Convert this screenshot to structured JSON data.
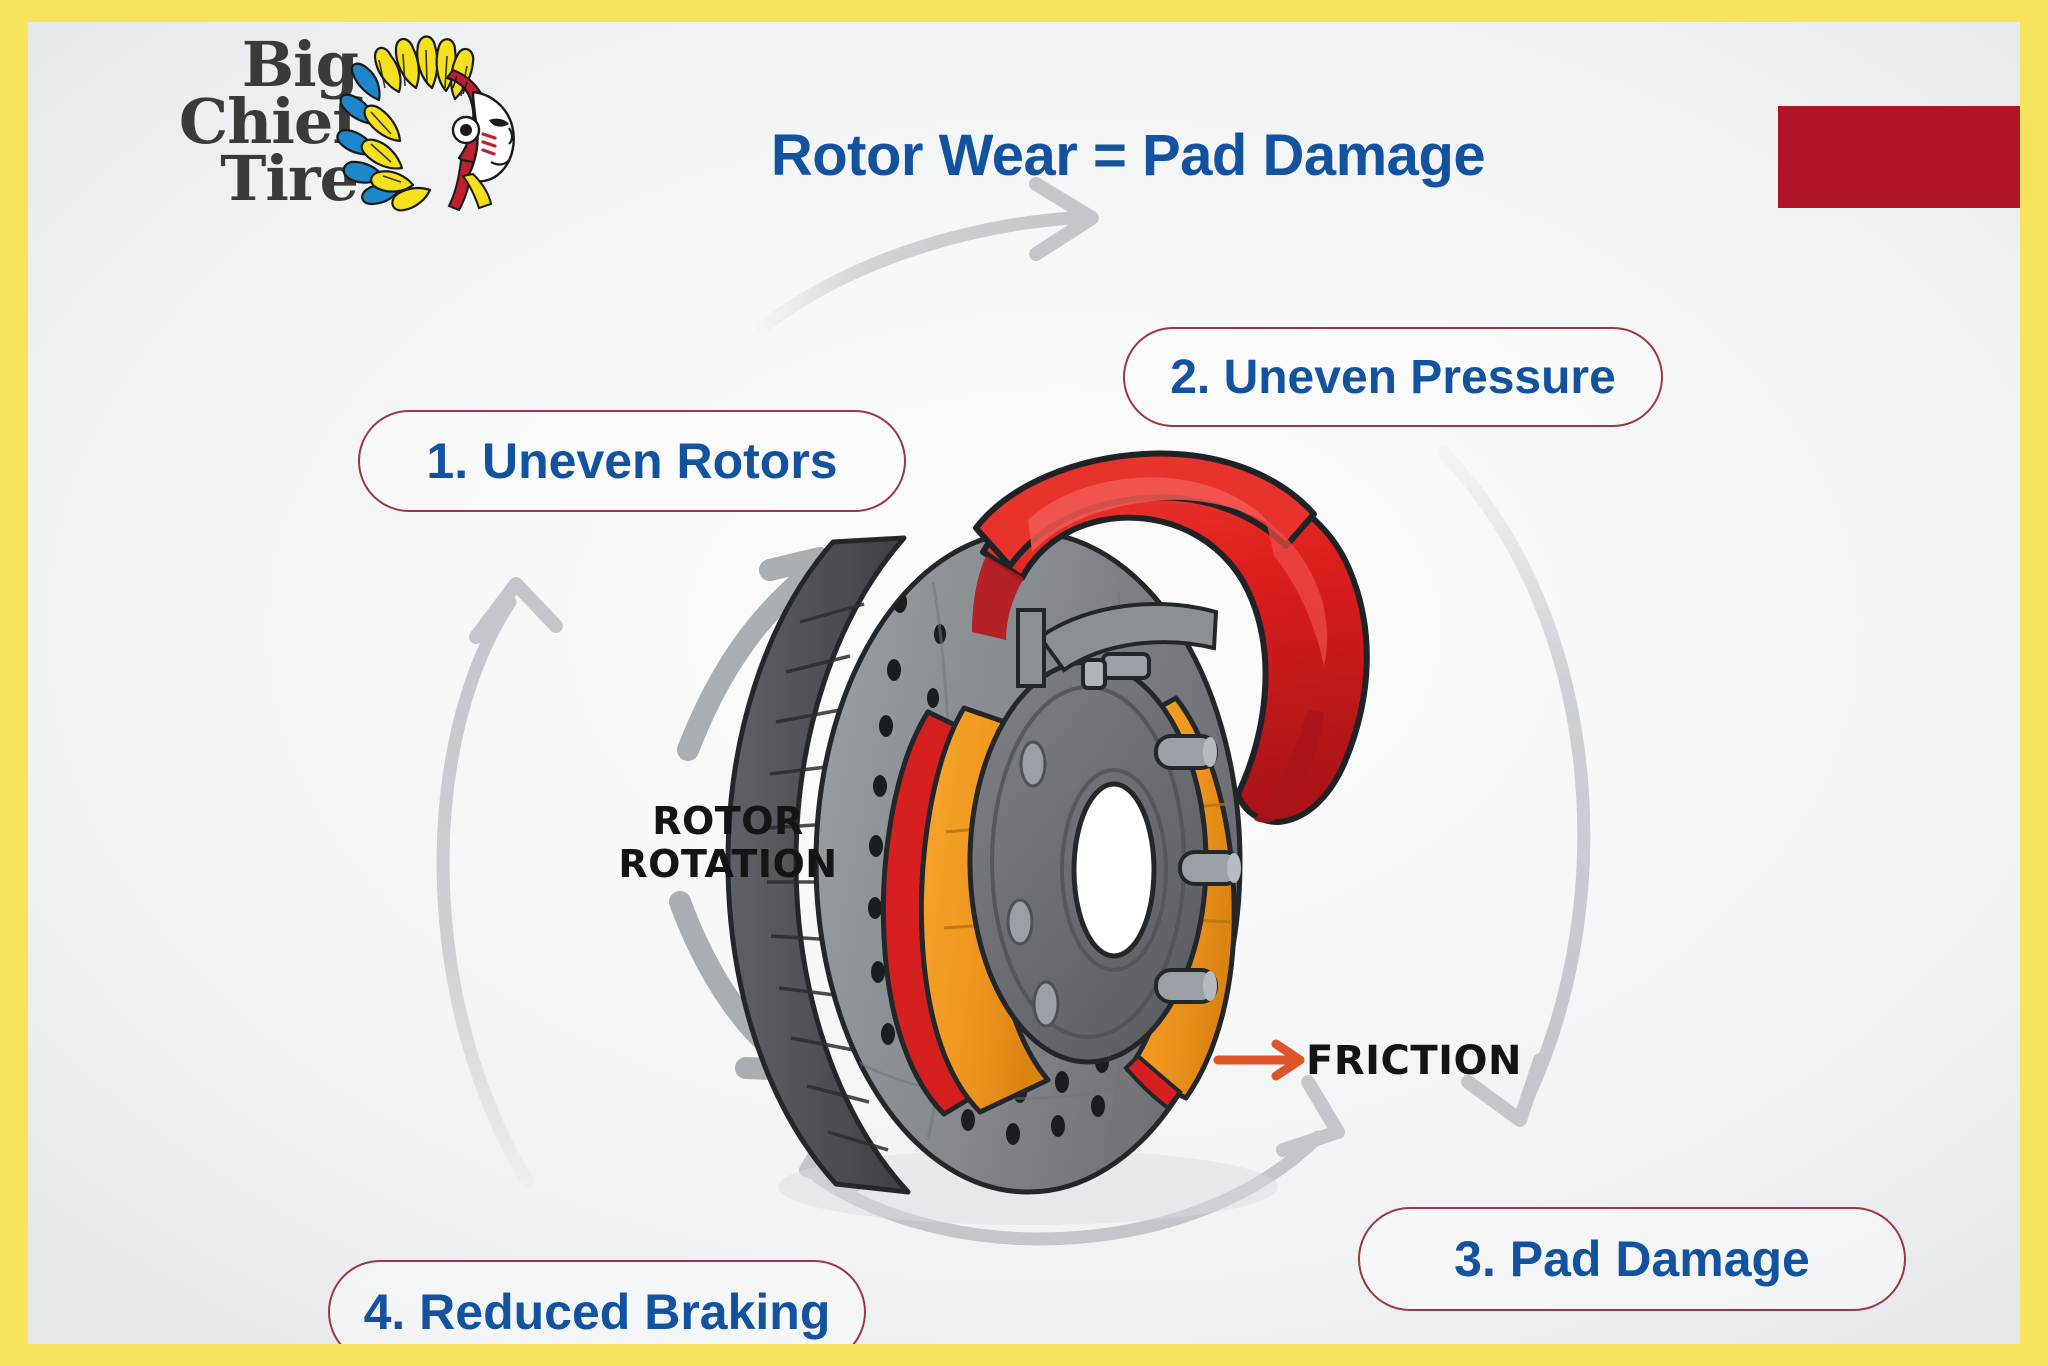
{
  "brand": {
    "logo_line1": "Big",
    "logo_line2": "Chief",
    "logo_line3": "Tire",
    "logo_mark": "native-chief-headdress-icon",
    "colors": {
      "frame_yellow": "#f6e45e",
      "headdress_yellow": "#f5e01e",
      "headdress_blue": "#1d87c9",
      "headdress_red": "#c0202c",
      "logo_text": "#3a3a3a"
    }
  },
  "header": {
    "title": "Rotor Wear = Pad Damage",
    "title_color": "#12529e",
    "accent_block_color": "#b01425",
    "accent_block_label": ""
  },
  "steps": [
    {
      "id": 1,
      "label": "1. Uneven Rotors"
    },
    {
      "id": 2,
      "label": "2. Uneven Pressure"
    },
    {
      "id": 3,
      "label": "3. Pad Damage"
    },
    {
      "id": 4,
      "label": "4. Reduced Braking"
    }
  ],
  "pill_style": {
    "border_color": "#9c3545",
    "text_color": "#12529e"
  },
  "diagram": {
    "rotation_label_line1": "ROTOR",
    "rotation_label_line2": "ROTATION",
    "friction_label": "FRICTION",
    "friction_arrow_color": "#e0542a",
    "cycle_arrow_color": "#c3c7cb",
    "rotation_arrow_color": "#a9aeb2",
    "illustration": "brake-rotor-caliper-assembly",
    "parts": {
      "caliper_color": "#e0231f",
      "caliper_shadow": "#a8141a",
      "caliper_highlight": "#f04a44",
      "pad_color": "#f0991f",
      "pad_shadow": "#d07c10",
      "pad_backing_color": "#d62020",
      "rotor_face_color": "#8d9195",
      "rotor_face_dark": "#6f7276",
      "rotor_edge_color": "#4f5357",
      "hub_color": "#707478",
      "hub_dark": "#5a5e62",
      "bolt_color": "#9aa0a5",
      "outline_color": "#2a2d30"
    }
  }
}
